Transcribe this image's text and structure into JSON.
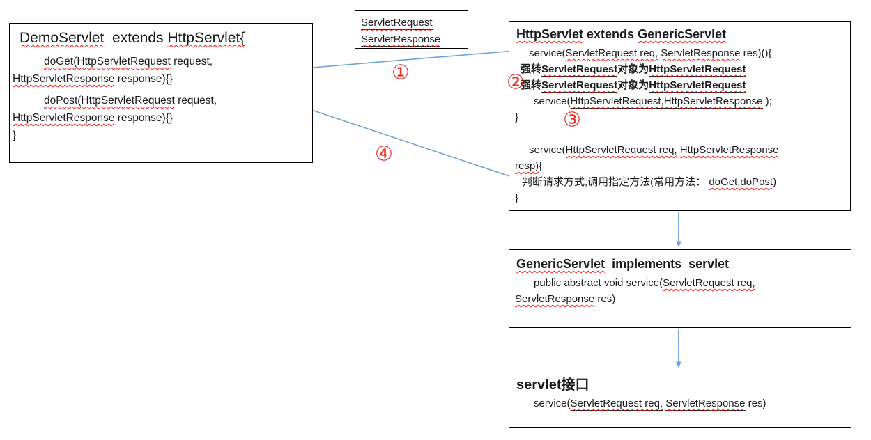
{
  "boxes": {
    "demo": {
      "title": {
        "s1": "DemoServlet",
        "s2": "  extends ",
        "s3": "HttpServlet{"
      },
      "l1": {
        "s1": "doGet(HttpServletRequest",
        "s2": " request,"
      },
      "l2": {
        "s1": "HttpServletResponse",
        "s2": " response){}"
      },
      "l3": {
        "s1": "doPost(HttpServletRequest",
        "s2": " request,"
      },
      "l4": {
        "s1": "HttpServletResponse",
        "s2": " response){}"
      },
      "l5": "}"
    },
    "params": {
      "l1": "ServletRequest",
      "l2": "ServletResponse"
    },
    "http": {
      "title": {
        "s1": "HttpServlet",
        "s2": " extends ",
        "s3": "GenericServlet"
      },
      "l1": {
        "s1": "service(",
        "s2": "ServletRequest req,",
        "s3": " ",
        "s4": "ServletResponse",
        "s5": " res)(){"
      },
      "l2": {
        "s1": "强转",
        "s2": "ServletRequest",
        "s3": "对象为",
        "s4": "HttpServletRequest"
      },
      "l3": {
        "s1": "强转",
        "s2": "ServletRequest",
        "s3": "对象为",
        "s4": "HttpServletRequest"
      },
      "l4": {
        "s1": "service(",
        "s2": "HttpServletRequest,HttpServletResponse",
        "s3": " );"
      },
      "l5": "}",
      "l6": {
        "s1": "service(",
        "s2": "HttpServletRequest req,",
        "s3": " ",
        "s4": "HttpServletResponse"
      },
      "l7": {
        "s1": "resp)",
        "s2": "{"
      },
      "l8": {
        "s1": "判断请求方式,调用指定方法(常用方法： ",
        "s2": "doGet,doPost",
        "s3": ")"
      },
      "l9": "}"
    },
    "generic": {
      "title": {
        "s1": "GenericServlet",
        "s2": "  implements  servlet"
      },
      "l1": {
        "s1": "public abstract void service(",
        "s2": "ServletRequest req,"
      },
      "l2": {
        "s1": "ServletResponse",
        "s2": " res)"
      }
    },
    "servlet": {
      "title": "servlet接口",
      "l1": {
        "s1": "service(",
        "s2": "ServletRequest req,",
        "s3": " ",
        "s4": "ServletResponse",
        "s5": " res)"
      }
    }
  },
  "annotations": {
    "step1": "①",
    "step2": "②",
    "step3": "③",
    "step4": "④"
  },
  "colors": {
    "arrow_blue": "#6ba2d8",
    "annotation_red": "#e8312a",
    "squiggle_red": "#ff1d10",
    "border_black": "#000000"
  }
}
